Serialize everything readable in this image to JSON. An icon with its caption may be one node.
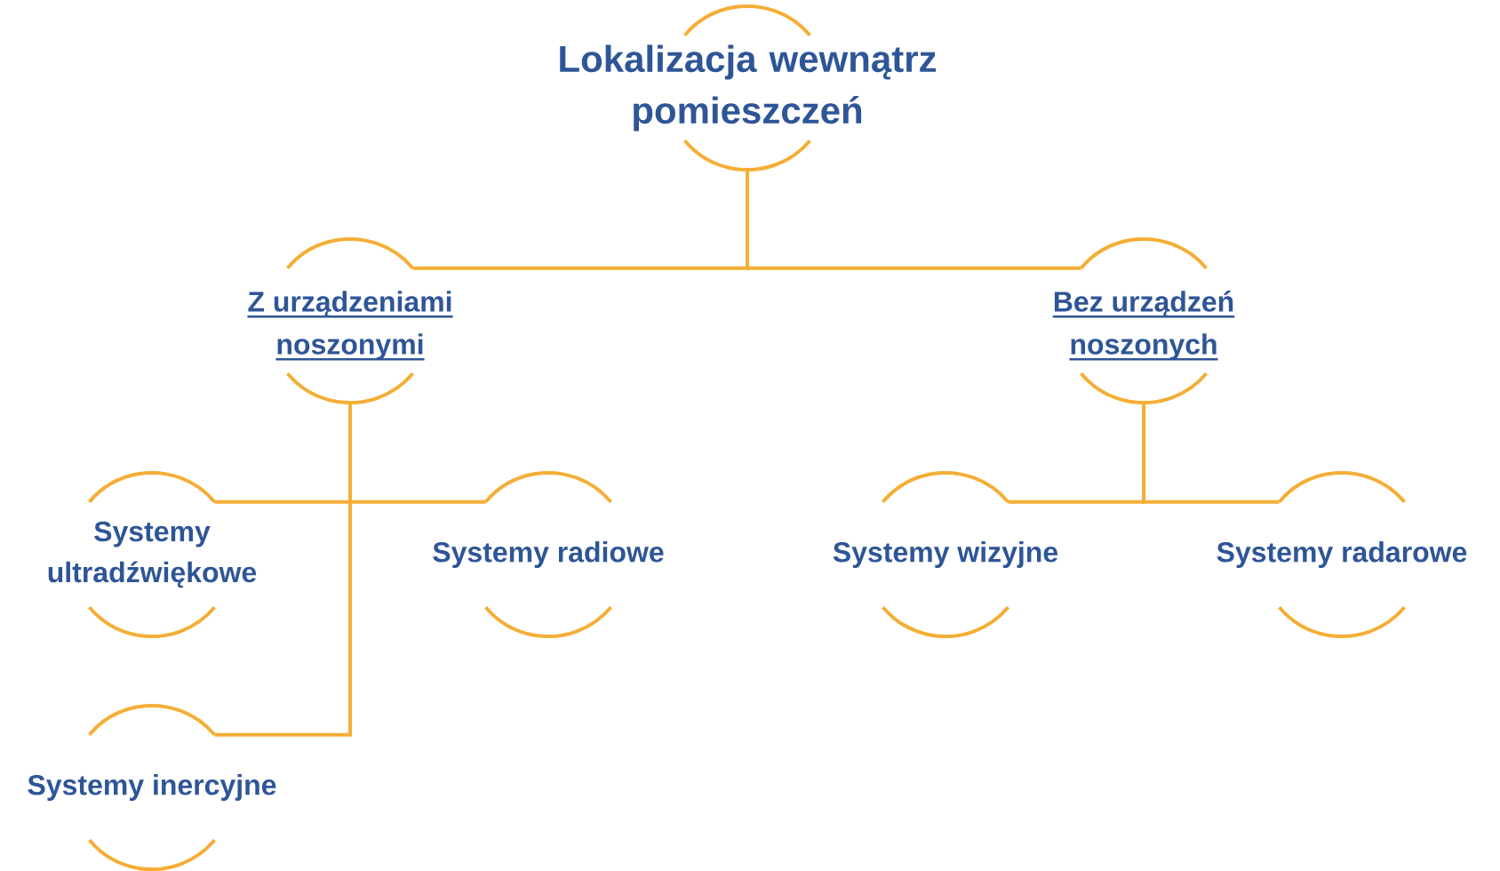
{
  "diagram": {
    "nodes": [
      {
        "text": [
          "Lokalizacja wewnątrz pomieszczeń"
        ]
      },
      {
        "text": [
          "Z urządzeniami noszonymi"
        ]
      },
      {
        "text": [
          "Bez urządzeń noszonych"
        ]
      },
      {
        "text": [
          "Systemy ultradźwiękowe"
        ]
      },
      {
        "text": [
          "Systemy radiowe"
        ]
      },
      {
        "text": [
          "Systemy wizyjne"
        ]
      },
      {
        "text": [
          "Systemy radarowe"
        ]
      },
      {
        "text": [
          "Systemy inercyjne"
        ]
      }
    ],
    "edges": [
      {
        "from": 0,
        "to": 1,
        "arrow": "none"
      },
      {
        "from": 0,
        "to": 2,
        "arrow": "none"
      },
      {
        "from": 1,
        "to": 3,
        "arrow": "none"
      },
      {
        "from": 1,
        "to": 4,
        "arrow": "none"
      },
      {
        "from": 1,
        "to": 7,
        "arrow": "none"
      },
      {
        "from": 2,
        "to": 5,
        "arrow": "none"
      },
      {
        "from": 2,
        "to": 6,
        "arrow": "none"
      }
    ]
  }
}
